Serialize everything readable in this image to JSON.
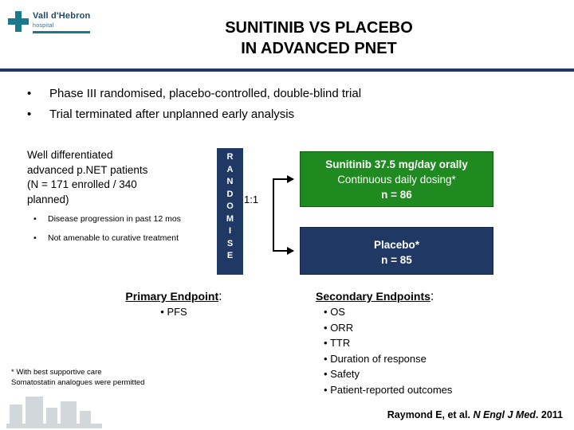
{
  "logo": {
    "name": "Vall d'Hebron",
    "sub": "hospital",
    "icon": "hospital-cross-icon"
  },
  "title": {
    "line1": "SUNITINIB VS PLACEBO",
    "line2": "IN ADVANCED PNET"
  },
  "top_bullets": [
    {
      "marker": "•",
      "text": "Phase III randomised, placebo-controlled, double-blind trial"
    },
    {
      "marker": "•",
      "text": "Trial terminated after unplanned early analysis"
    }
  ],
  "population": {
    "head_lines": [
      "Well differentiated",
      "advanced p.NET patients",
      "(N = 171 enrolled / 340",
      "planned)"
    ],
    "criteria": [
      {
        "marker": "•",
        "text": "Disease progression in past 12 mos"
      },
      {
        "marker": "•",
        "text": "Not amenable to curative treatment"
      }
    ]
  },
  "randomise": {
    "letters": "R\nA\nN\nD\nO\nM\nI\nS\nE",
    "ratio": "1:1"
  },
  "arms": [
    {
      "id": "sunitinib",
      "line1": "Sunitinib 37.5 mg/day orally",
      "line2": "Continuous daily dosing*",
      "line3": "n = 86",
      "color": "#1f8a1f"
    },
    {
      "id": "placebo",
      "line1": "Placebo*",
      "line2": "n = 85",
      "color": "#1f3864"
    }
  ],
  "endpoints": {
    "primary": {
      "heading": "Primary Endpoint",
      "colon": ":",
      "items": [
        {
          "marker": "•",
          "text": "PFS"
        }
      ]
    },
    "secondary": {
      "heading": "Secondary Endpoints",
      "colon": ":",
      "items": [
        {
          "marker": "•",
          "text": "OS"
        },
        {
          "marker": "•",
          "text": "ORR"
        },
        {
          "marker": "•",
          "text": "TTR"
        },
        {
          "marker": "•",
          "text": "Duration of response"
        },
        {
          "marker": "•",
          "text": "Safety"
        },
        {
          "marker": "•",
          "text": "Patient-reported outcomes"
        }
      ]
    }
  },
  "footnotes": [
    "* With best supportive care",
    "Somatostatin analogues were permitted"
  ],
  "citation": {
    "authors": "Raymond E, et al. ",
    "journal": "N Engl J Med",
    "year": ". 2011"
  },
  "colors": {
    "accent_bar": "#1f3864",
    "sunitinib_green": "#1f8a1f",
    "placebo_navy": "#1f3864",
    "logo_teal": "#1a7a8c"
  }
}
